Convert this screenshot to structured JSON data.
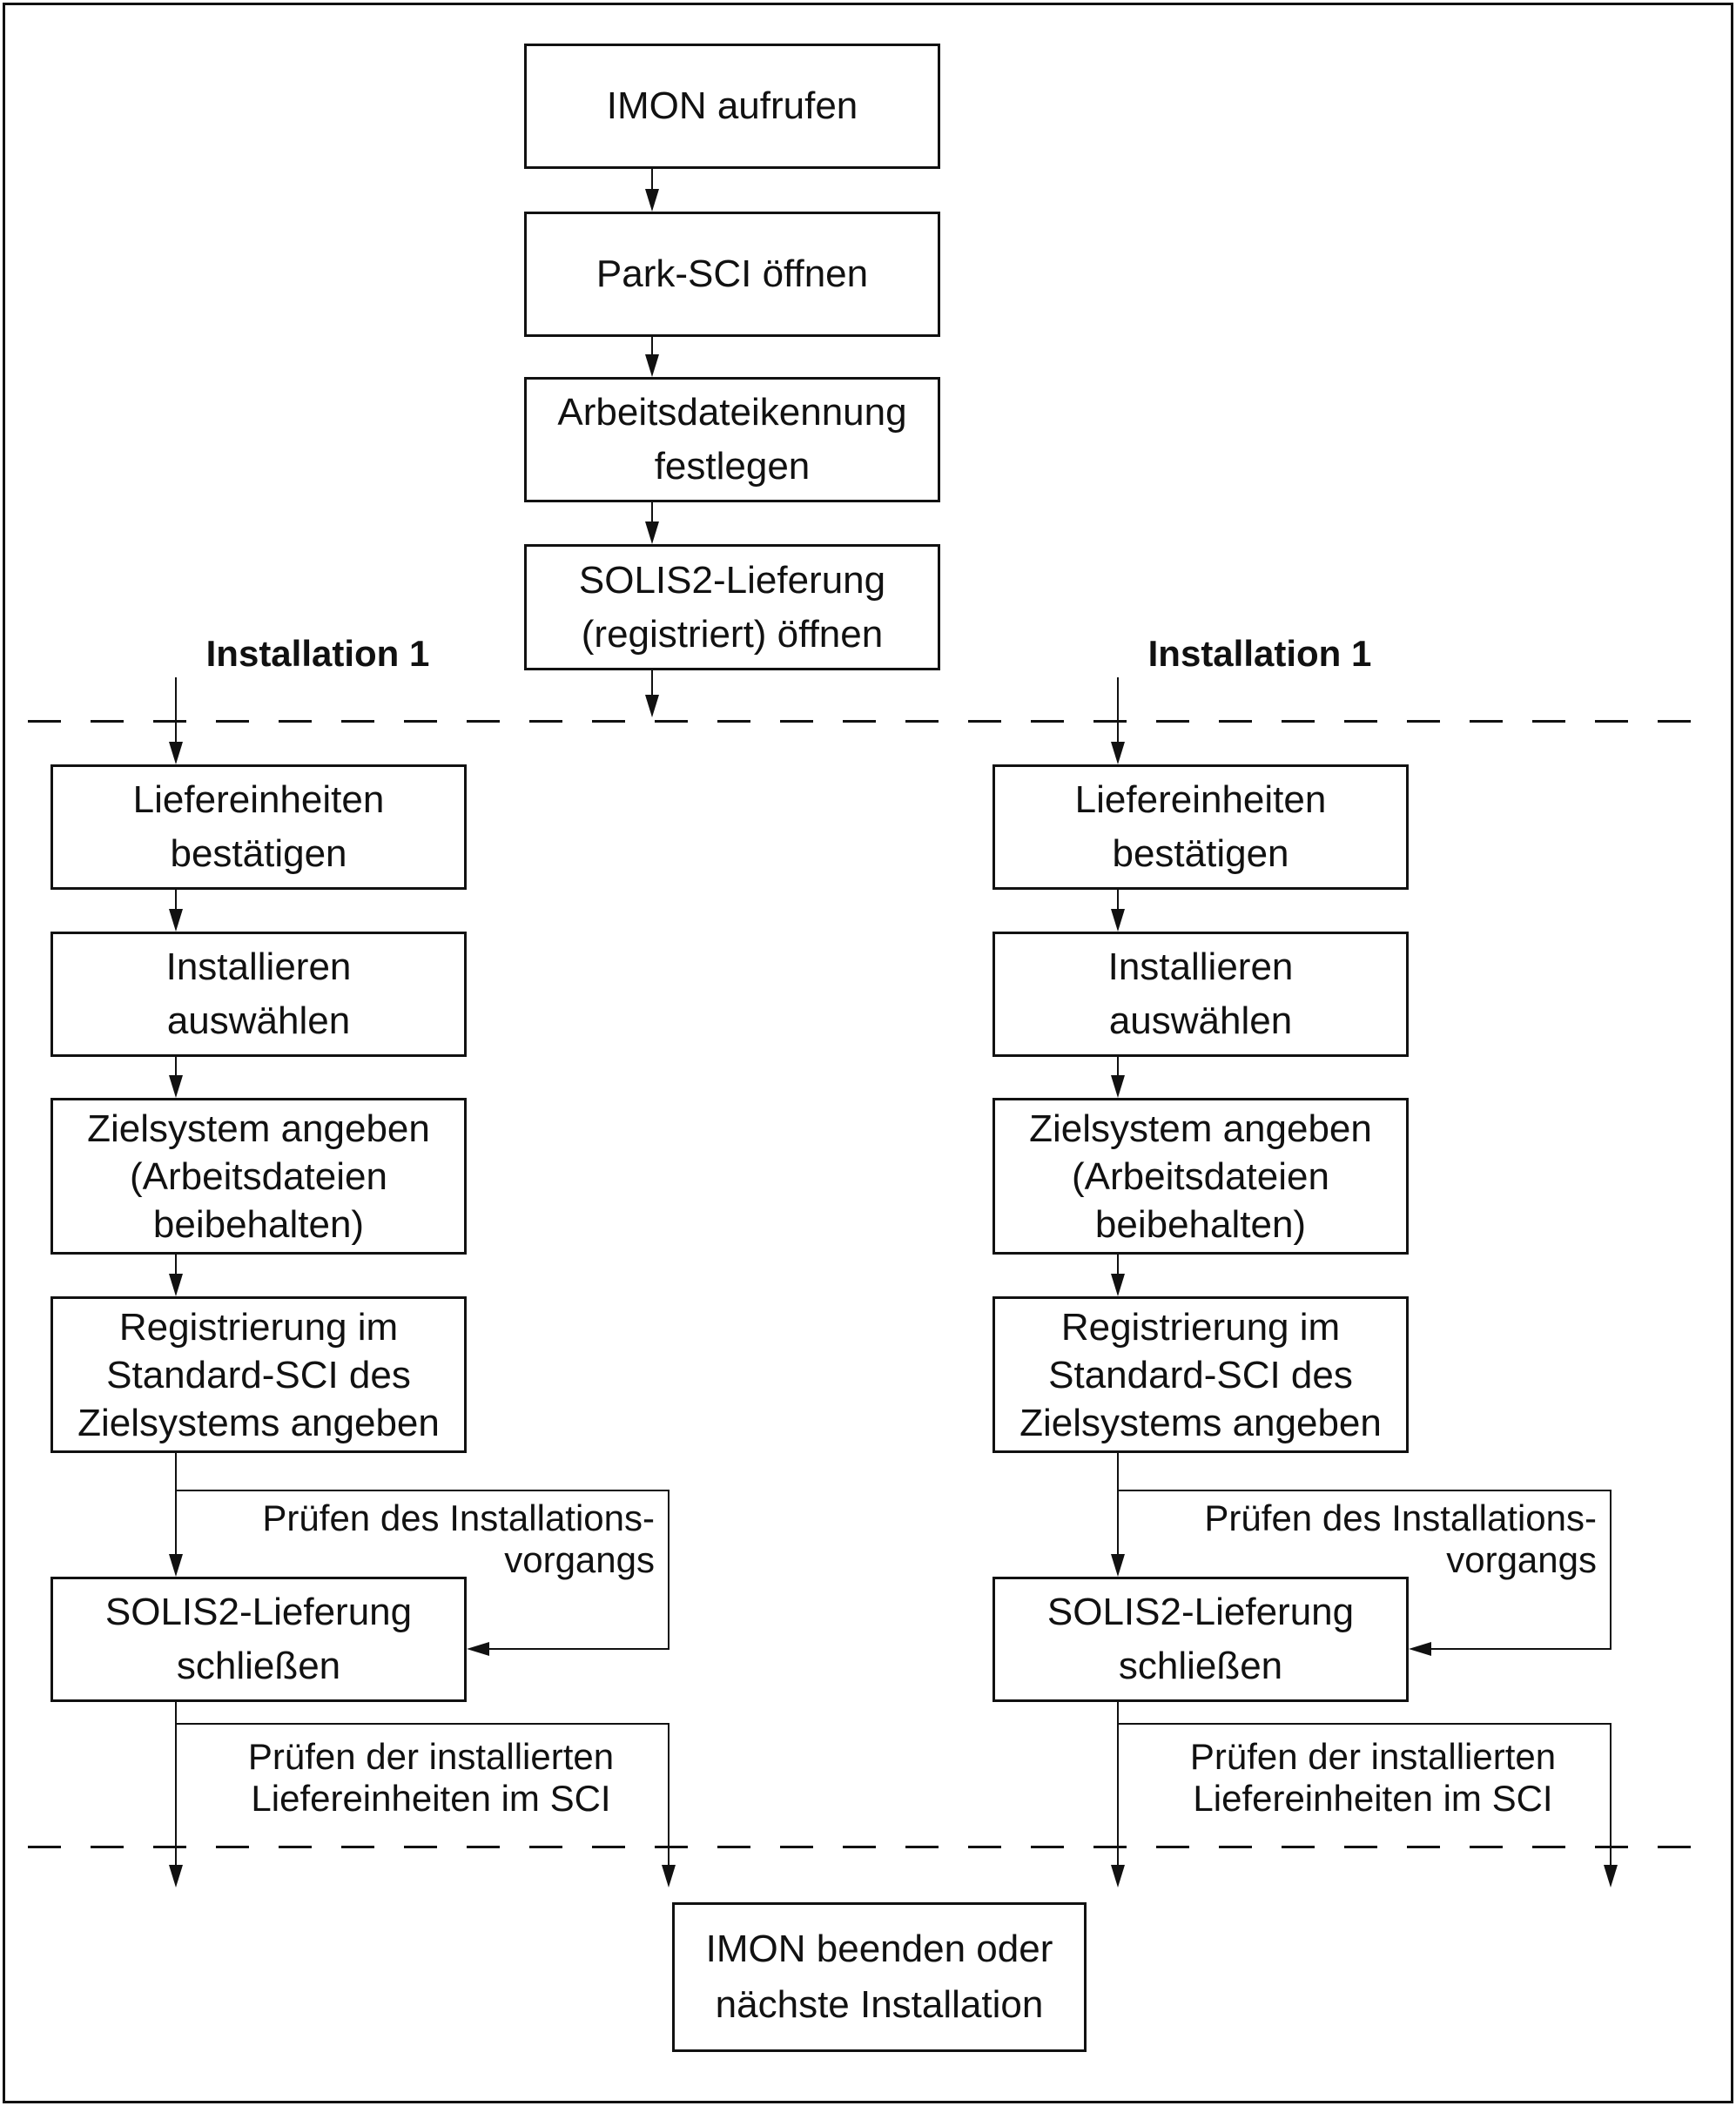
{
  "top": {
    "boxes": [
      {
        "id": "imon-aufrufen",
        "lines": [
          "IMON aufrufen"
        ]
      },
      {
        "id": "park-sci-oeffnen",
        "lines": [
          "Park-SCI öffnen"
        ]
      },
      {
        "id": "arbeitsdateikennung-festlegen",
        "lines": [
          "Arbeitsdateikennung",
          "festlegen"
        ]
      },
      {
        "id": "solis2-lieferung-oeffnen",
        "lines": [
          "SOLIS2-Lieferung",
          "(registriert) öffnen"
        ]
      }
    ]
  },
  "phase_labels": {
    "left": "Installation 1",
    "right": "Installation 1"
  },
  "column": {
    "boxes": [
      {
        "id": "liefereinheiten-bestaetigen",
        "lines": [
          "Liefereinheiten",
          "bestätigen"
        ]
      },
      {
        "id": "installieren-auswaehlen",
        "lines": [
          "Installieren",
          "auswählen"
        ]
      },
      {
        "id": "zielsystem-angeben",
        "lines": [
          "Zielsystem angeben",
          "(Arbeitsdateien",
          "beibehalten)"
        ]
      },
      {
        "id": "registrierung-angeben",
        "lines": [
          "Registrierung im",
          "Standard-SCI des",
          "Zielsystems angeben"
        ]
      },
      {
        "id": "solis2-lieferung-schliessen",
        "lines": [
          "SOLIS2-Lieferung",
          "schließen"
        ]
      }
    ],
    "annotations": [
      {
        "id": "pruefen-installationsvorgang",
        "lines": [
          "Prüfen des Installations-",
          "vorgangs"
        ]
      },
      {
        "id": "pruefen-liefereinheiten",
        "lines": [
          "Prüfen der installierten",
          "Liefereinheiten im SCI"
        ]
      }
    ]
  },
  "bottom": {
    "box": {
      "id": "imon-beenden",
      "lines": [
        "IMON beenden oder",
        "nächste Installation"
      ]
    }
  },
  "colors": {
    "line": "#111111",
    "background": "#ffffff"
  }
}
